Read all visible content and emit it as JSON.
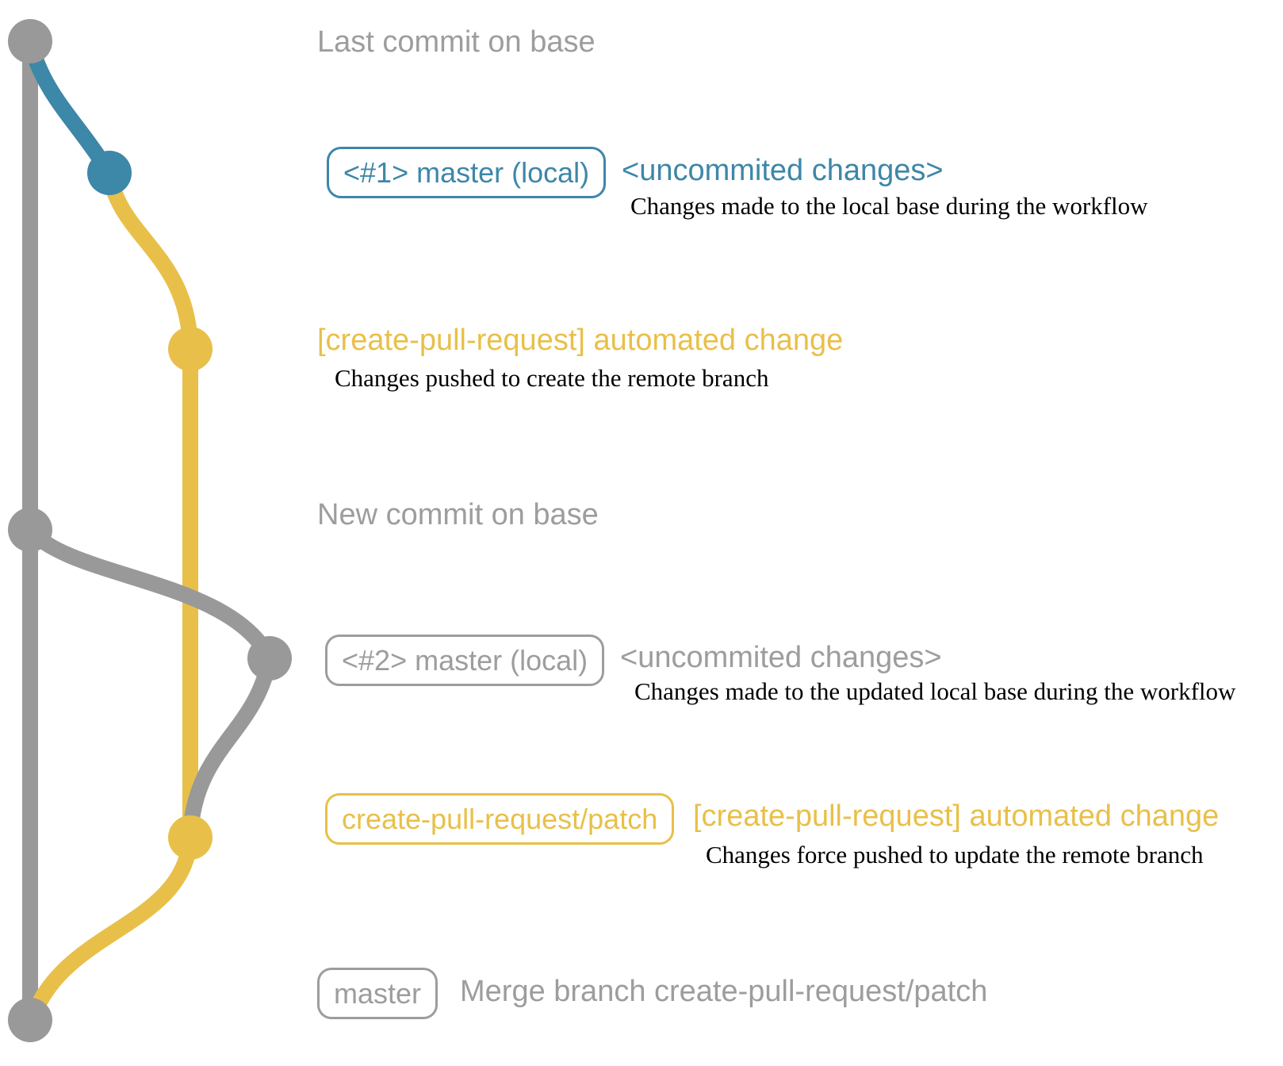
{
  "colors": {
    "gray": "#999999",
    "gray_text": "#9d9d9d",
    "blue": "#3d87a8",
    "yellow": "#e8c049",
    "dark_text": "#000000"
  },
  "diagram": {
    "type": "git-graph",
    "branches": [
      "base (master)",
      "master (local)",
      "create-pull-request/patch"
    ],
    "rows": [
      {
        "message": "Last commit on base",
        "color": "gray"
      },
      {
        "badge": "<#1> master (local)",
        "message": "<uncommited changes>",
        "description": "Changes made to the local base during the workflow",
        "color": "blue"
      },
      {
        "message": "[create-pull-request] automated change",
        "description": "Changes pushed to create the remote branch",
        "color": "yellow"
      },
      {
        "message": "New commit on base",
        "color": "gray"
      },
      {
        "badge": "<#2> master (local)",
        "message": "<uncommited changes>",
        "description": "Changes made to the updated local base during the workflow",
        "color": "gray"
      },
      {
        "badge": "create-pull-request/patch",
        "message": "[create-pull-request] automated change",
        "description": "Changes force pushed to update the remote branch",
        "color": "yellow"
      },
      {
        "badge": "master",
        "message": "Merge branch create-pull-request/patch",
        "color": "gray"
      }
    ]
  }
}
